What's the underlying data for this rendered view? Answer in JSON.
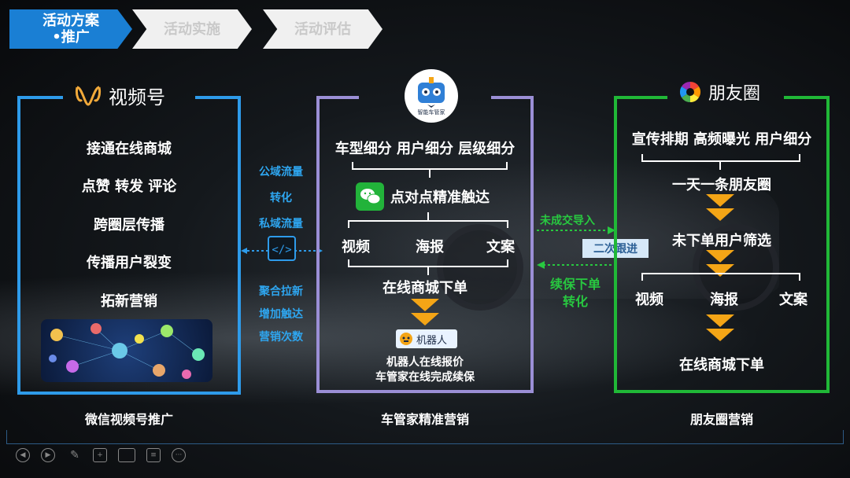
{
  "nav": {
    "step1": "活动方案",
    "step1b": "•推广",
    "step2": "活动实施",
    "step3": "活动评估"
  },
  "left": {
    "brand": "视频号",
    "items": [
      "接通在线商城",
      "点赞 转发 评论",
      "跨圈层传播",
      "传播用户裂变",
      "拓新营销"
    ],
    "caption": "微信视频号推广"
  },
  "middle_labels": {
    "top": [
      "公域流量",
      "转化",
      "私域流量"
    ],
    "bottom": [
      "聚合拉新",
      "增加触达",
      "营销次数"
    ]
  },
  "center": {
    "logo_text": "智能车管家",
    "segments": "车型细分 用户细分 层级细分",
    "wechat_line": "点对点精准触达",
    "channels": [
      "视频",
      "海报",
      "文案"
    ],
    "order": "在线商城下单",
    "robot_badge": "机器人",
    "robot_line1": "机器人在线报价",
    "robot_line2": "车管家在线完成续保",
    "caption": "车管家精准营销"
  },
  "connector": {
    "import_label": "未成交导入",
    "followup_badge": "二次跟进",
    "renew_line1": "续保下单",
    "renew_line2": "转化"
  },
  "right": {
    "brand": "朋友圈",
    "segments": "宣传排期 高频曝光 用户细分",
    "daily": "一天一条朋友圈",
    "filter": "未下单用户筛选",
    "channels": [
      "视频",
      "海报",
      "文案"
    ],
    "order": "在线商城下单",
    "caption": "朋友圈营销"
  },
  "colors": {
    "accent_blue": "#1a7fd4",
    "left_panel": "#2e9bea",
    "center_panel": "#9b8fd6",
    "right_panel": "#20b837",
    "label_blue": "#2ea6f0",
    "label_green": "#28c840",
    "arrow_orange": "#f4a516"
  },
  "toolbar": [
    "prev-icon",
    "next-icon",
    "pen-icon",
    "zoom-icon",
    "screen-icon",
    "subtitle-icon",
    "more-icon"
  ]
}
